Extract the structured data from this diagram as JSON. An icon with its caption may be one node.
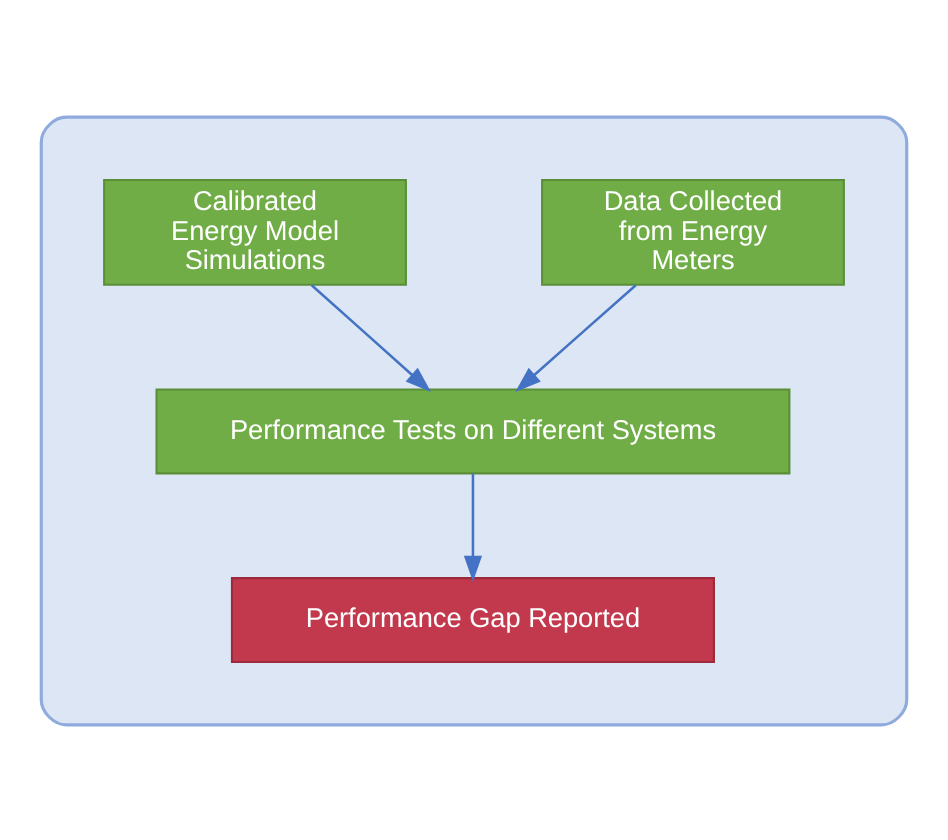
{
  "diagram": {
    "nodes": [
      {
        "text": [],
        "shape": "box"
      },
      {
        "text": [
          "Calibrated Energy Model Simulations"
        ],
        "in": 0
      },
      {
        "text": [
          "Data Collected from Energy Meters"
        ],
        "in": 0
      },
      {
        "text": [
          "Performance Tests on Different Systems"
        ],
        "in": 0
      },
      {
        "text": [
          "Performance Gap Reported"
        ],
        "in": 0
      }
    ],
    "edges": [
      {
        "from": 1,
        "to": 3,
        "arrow": "to"
      },
      {
        "from": 2,
        "to": 3,
        "arrow": "to"
      },
      {
        "from": 3,
        "to": 4,
        "arrow": "to"
      }
    ]
  }
}
